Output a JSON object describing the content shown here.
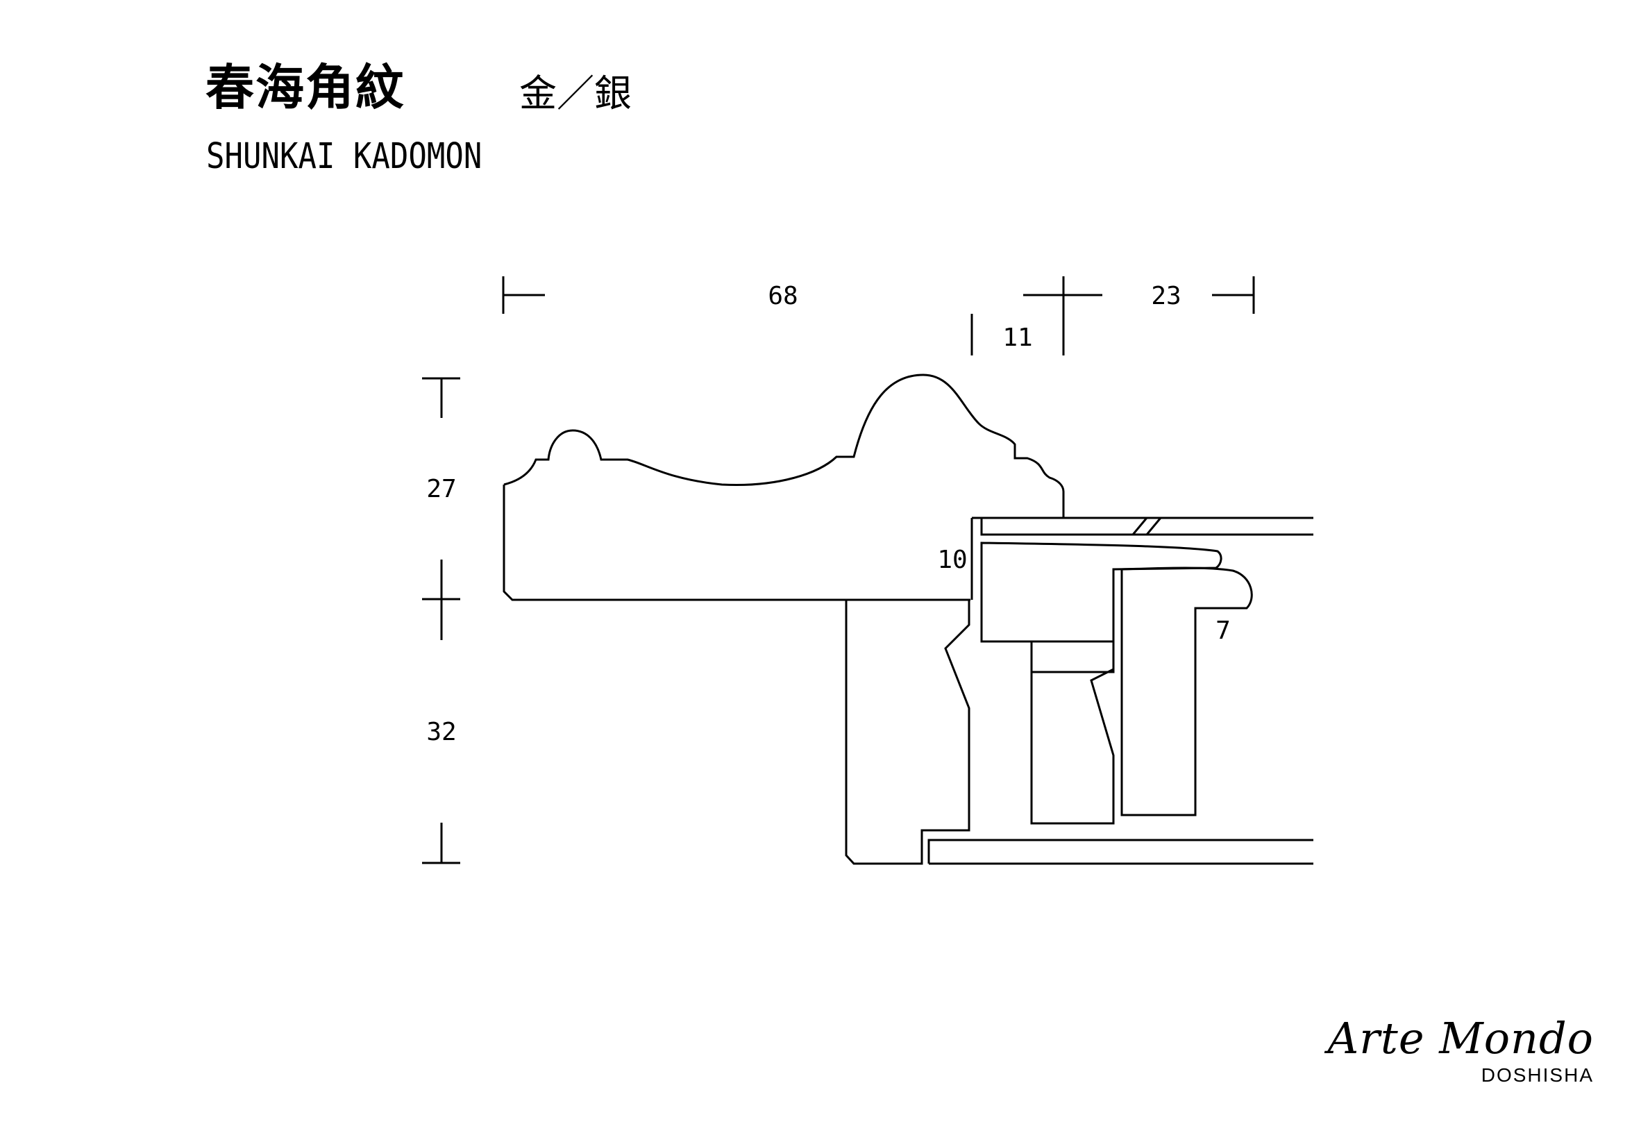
{
  "header": {
    "title_jp": "春海角紋",
    "finish": "金／銀",
    "title_en": "SHUNKAI KADOMON"
  },
  "dimensions": {
    "width_main": "68",
    "width_lip": "11",
    "width_right": "23",
    "height_top": "27",
    "height_bottom": "32",
    "inner_10": "10",
    "inner_7": "7"
  },
  "brand": {
    "name": "Arte Mondo",
    "sub": "DOSHISHA"
  },
  "colors": {
    "line": "#000000",
    "background": "#ffffff"
  }
}
